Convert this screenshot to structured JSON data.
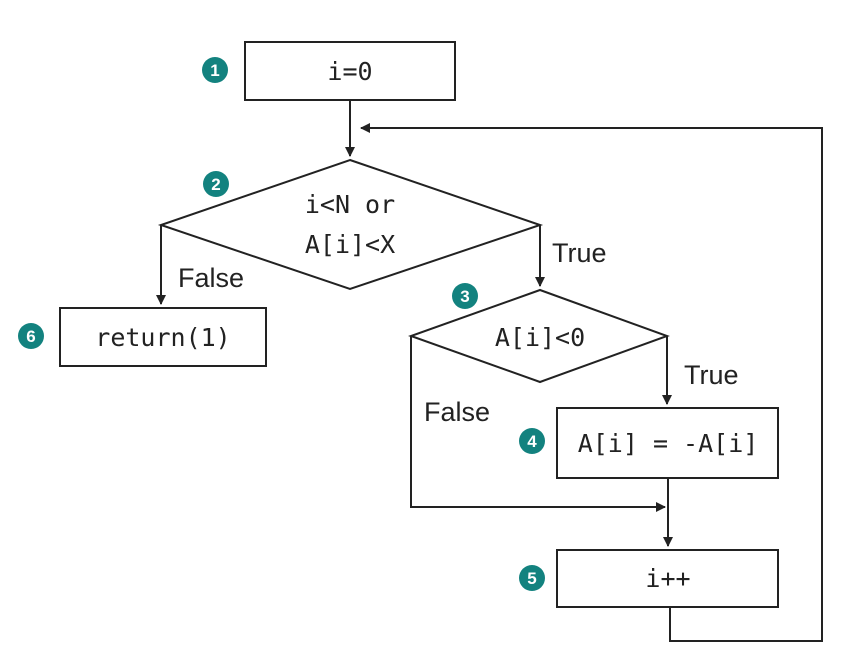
{
  "colors": {
    "badge": "#13827f",
    "stroke": "#222222"
  },
  "nodes": {
    "init": "i=0",
    "loop_cond_line1": "i<N or",
    "loop_cond_line2": "A[i]<X",
    "neg_check": "A[i]<0",
    "negate": "A[i] = -A[i]",
    "increment": "i++",
    "return": "return(1)"
  },
  "edges": {
    "loop_true": "True",
    "loop_false": "False",
    "neg_true": "True",
    "neg_false": "False"
  },
  "badges": {
    "init": "1",
    "loop_cond": "2",
    "neg_check": "3",
    "negate": "4",
    "increment": "5",
    "return": "6"
  }
}
